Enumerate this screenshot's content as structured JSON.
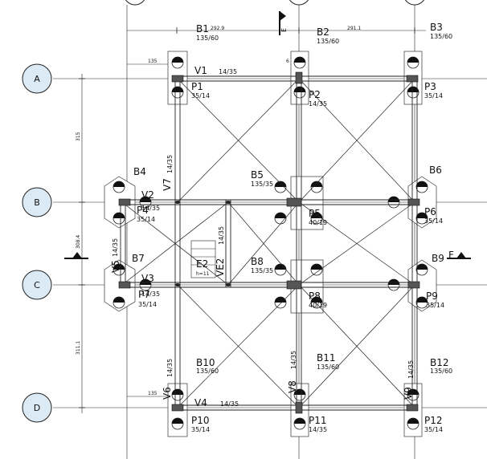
{
  "grid": {
    "rows": [
      "A",
      "B",
      "C",
      "D"
    ],
    "column_bubble_color": "#dbeaf5"
  },
  "dimensions": {
    "top_bay_left": "292.9",
    "top_bay_right": "291.1",
    "left_315": "315",
    "left_308": "308.4",
    "left_311": "311.1",
    "small_135_top": "135",
    "small_135_bottom": "135",
    "small_66": "6 6"
  },
  "beams": {
    "B1": {
      "name": "B1",
      "size": "135/60"
    },
    "B2": {
      "name": "B2",
      "size": "135/60"
    },
    "B3": {
      "name": "B3",
      "size": "135/60"
    },
    "B4": {
      "name": "B4"
    },
    "B5": {
      "name": "B5",
      "size": "135/35"
    },
    "B6": {
      "name": "B6"
    },
    "B7": {
      "name": "B7"
    },
    "B8": {
      "name": "B8",
      "size": "135/35"
    },
    "B9": {
      "name": "B9"
    },
    "B10": {
      "name": "B10",
      "size": "135/60"
    },
    "B11": {
      "name": "B11",
      "size": "135/60"
    },
    "B12": {
      "name": "B12",
      "size": "135/60"
    }
  },
  "columns": {
    "P1": {
      "name": "P1",
      "size": "35/14"
    },
    "P2": {
      "name": "P2",
      "size": "14/35"
    },
    "P3": {
      "name": "P3",
      "size": "35/14"
    },
    "P4": {
      "name": "P4",
      "size": "35/14"
    },
    "P5": {
      "name": "P5",
      "size": "40/19"
    },
    "P6": {
      "name": "P6",
      "size": "35/14"
    },
    "P7": {
      "name": "P7",
      "size": "35/14"
    },
    "P8": {
      "name": "P8",
      "size": "40/19"
    },
    "P9": {
      "name": "P9",
      "size": "35/14"
    },
    "P10": {
      "name": "P10",
      "size": "35/14"
    },
    "P11": {
      "name": "P11",
      "size": "14/35"
    },
    "P12": {
      "name": "P12",
      "size": "35/14"
    }
  },
  "girders": {
    "V1": {
      "name": "V1",
      "size": "14/35"
    },
    "V2": {
      "name": "V2",
      "size": "14/35"
    },
    "V3": {
      "name": "V3",
      "size": "14/35"
    },
    "V4": {
      "name": "V4",
      "size": "14/35"
    },
    "V5": {
      "name": "V5",
      "size": "14/35"
    },
    "V6": {
      "name": "V6",
      "size": "14/35"
    },
    "V7": {
      "name": "V7",
      "size": "14/35"
    },
    "V8": {
      "name": "V8",
      "size": "14/35"
    },
    "V9": {
      "name": "V9",
      "size": "14/35"
    },
    "VE2": {
      "name": "VE2",
      "size": "14/35"
    }
  },
  "stair": {
    "name": "E2",
    "height": "h=11"
  },
  "section_marks": {
    "E": "E",
    "F": "F"
  }
}
